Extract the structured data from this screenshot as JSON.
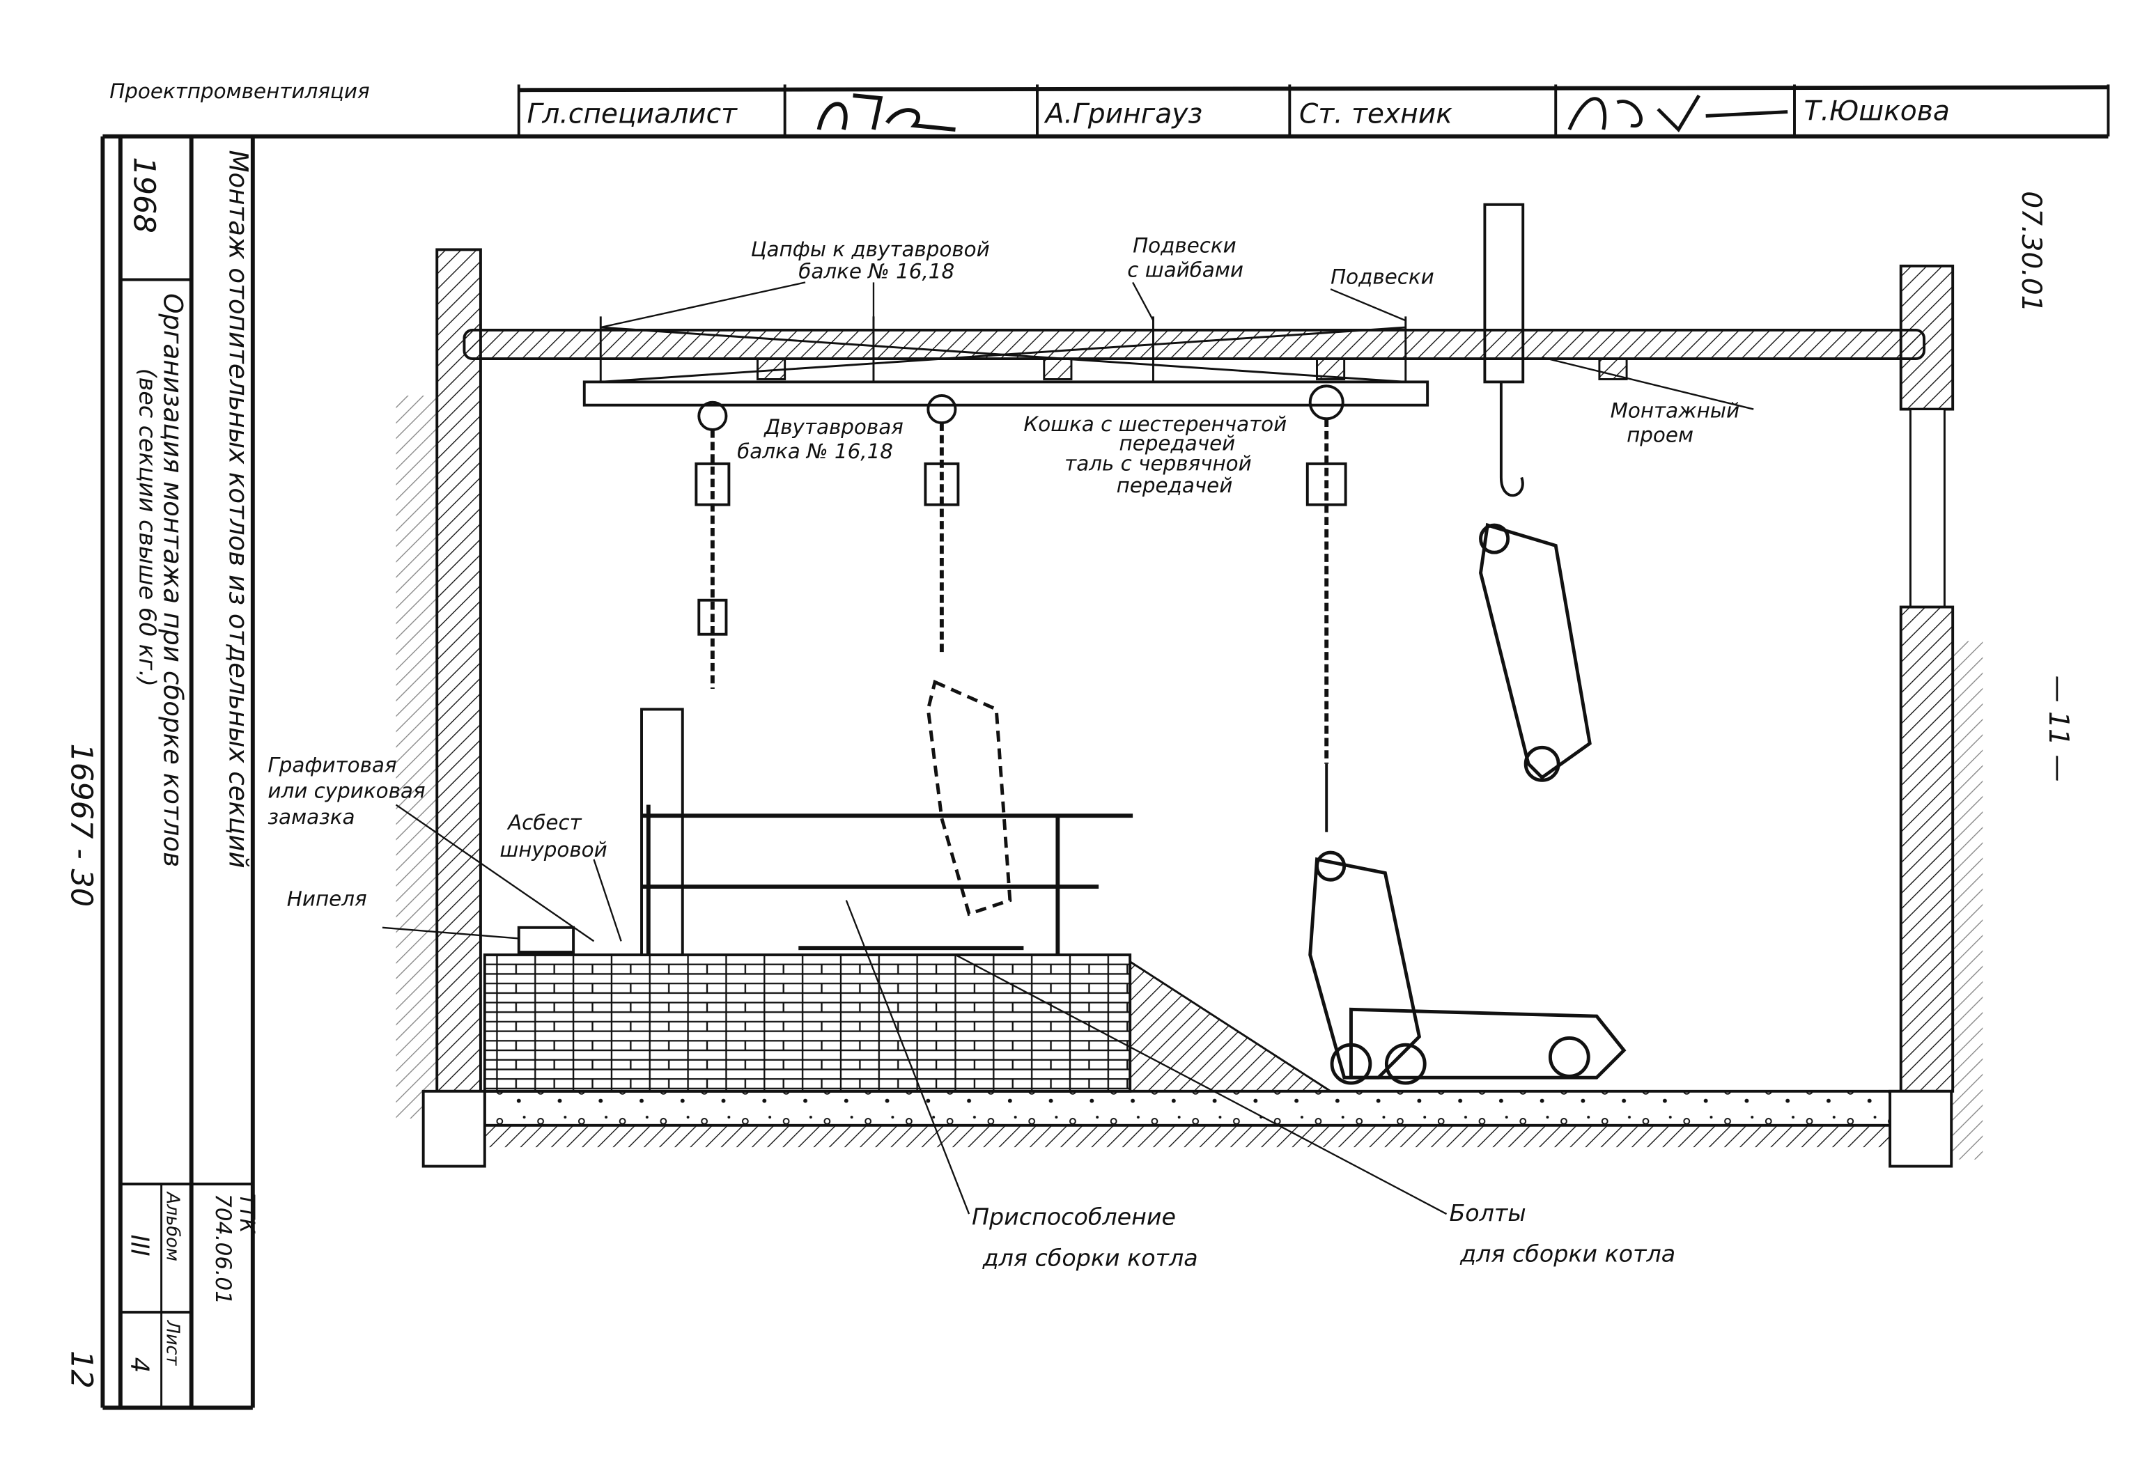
{
  "header": {
    "organization": "Проектпромвентиляция",
    "role_1": "Гл.специалист",
    "name_1": "А.Грингауз",
    "role_2": "Ст. техник",
    "name_2": "Т.Юшкова"
  },
  "title_block": {
    "title": "Монтаж отопительных котлов из отдельных секций",
    "code_prefix": "ТТК",
    "code": "704.06.01",
    "subtitle": "Организация монтажа при сборке котлов",
    "subtitle_note": "(вес секции свыше 60 кг.)",
    "year": "1968",
    "album_label": "Альбом",
    "album_value": "III",
    "sheet_label": "Лист",
    "sheet_value": "4"
  },
  "margin": {
    "sheet_code": "07.30.01",
    "page_number": "— 11 —",
    "archive_number": "16967 - 30",
    "archive_page": "12"
  },
  "labels": {
    "trunnions_1": "Цапфы к двутавровой",
    "trunnions_2": "балке № 16,18",
    "hangers_washers_1": "Подвески",
    "hangers_washers_2": "с шайбами",
    "hangers": "Подвески",
    "ibeam_1": "Двутавровая",
    "ibeam_2": "балка № 16,18",
    "trolley_1": "Кошка с шестеренчатой",
    "trolley_2": "передачей",
    "hoist_1": "таль с червячной",
    "hoist_2": "передачей",
    "opening_1": "Монтажный",
    "opening_2": "проем",
    "putty_1": "Графитовая",
    "putty_2": "или суриковая",
    "putty_3": "замазка",
    "asbestos_1": "Асбест",
    "asbestos_2": "шнуровой",
    "nipples": "Нипеля",
    "fixture_1": "Приспособление",
    "fixture_2": "для сборки котла",
    "bolts_1": "Болты",
    "bolts_2": "для сборки котла"
  }
}
